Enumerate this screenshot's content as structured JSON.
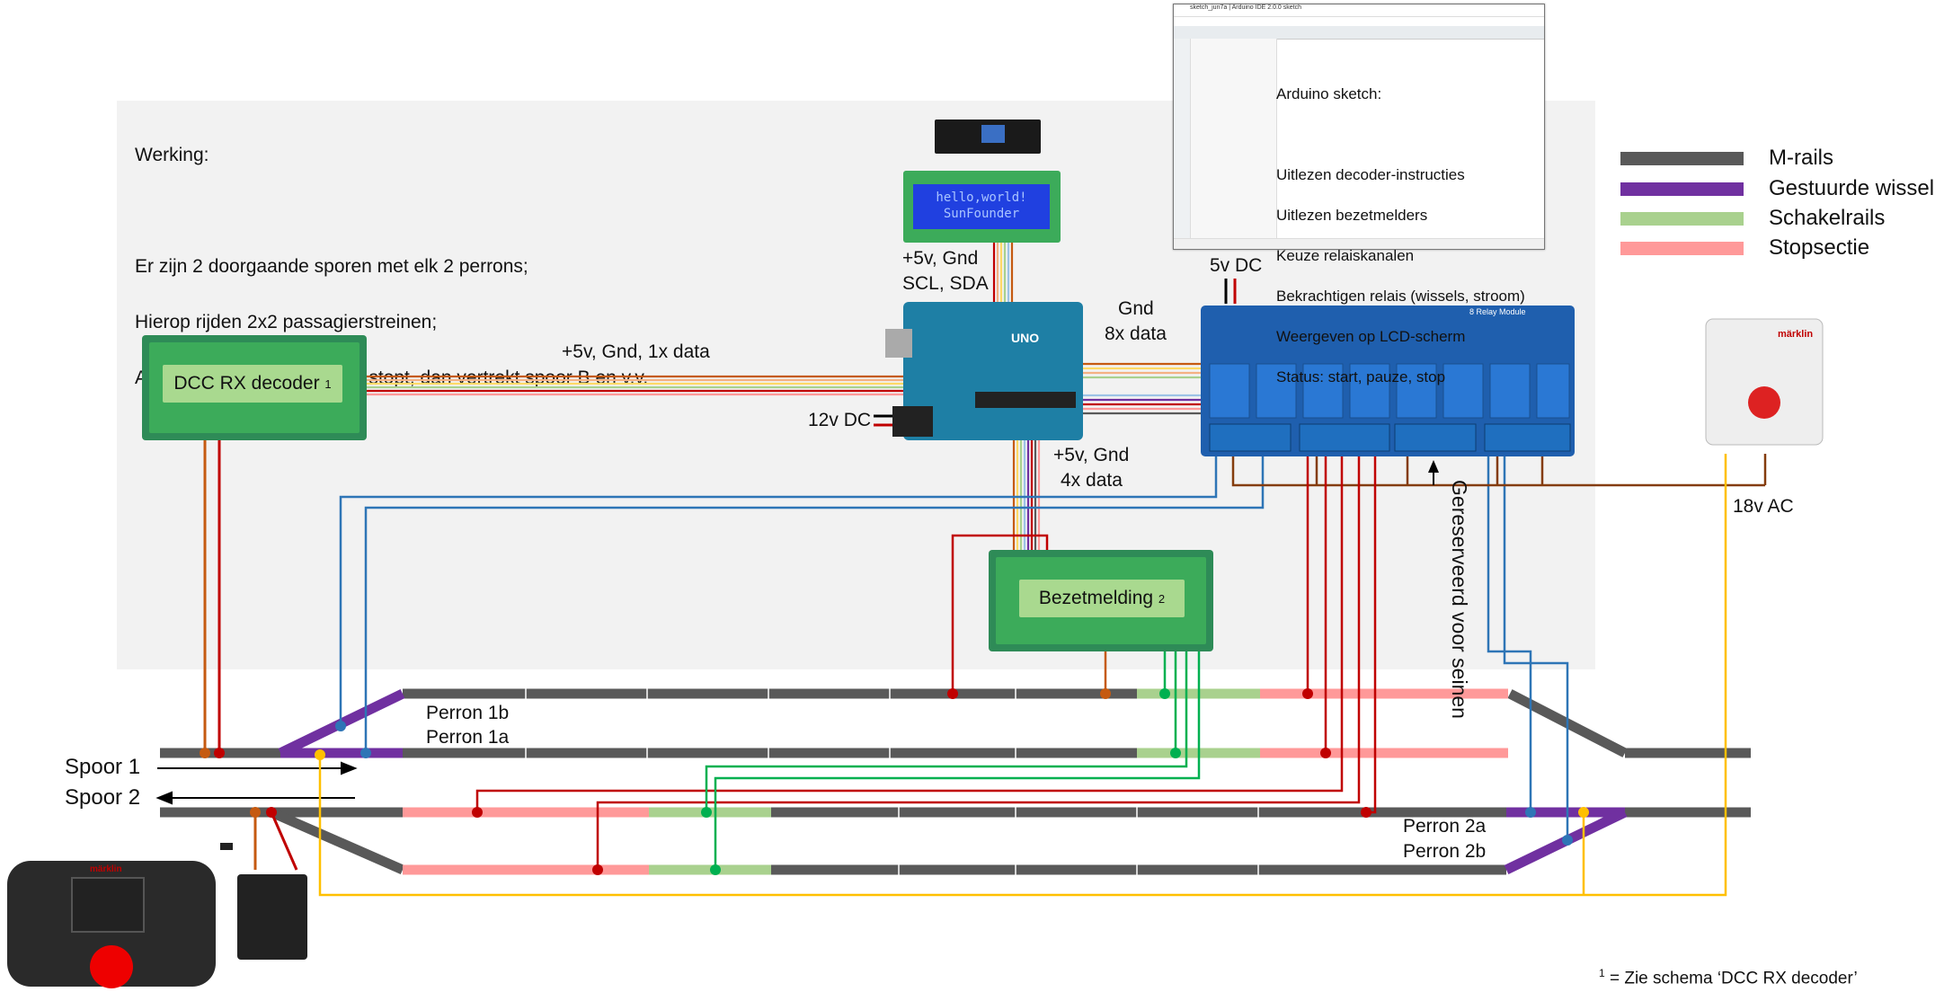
{
  "intro": {
    "heading": "Werking:",
    "lines": [
      "Er zijn 2 doorgaande sporen met elk 2 perrons;",
      "Hierop rijden 2x2 passagierstreinen;",
      "Als spoor A binnen komt en stopt, dan vertrekt spoor B en v.v."
    ]
  },
  "ide": {
    "window_title": "sketch_jun7a | Arduino IDE 2.0.0 sketch",
    "sketch_heading": "Arduino sketch:",
    "sketch_items": [
      "Uitlezen decoder-instructies",
      "Uitlezen bezetmelders",
      "Keuze relaiskanalen",
      "Bekrachtigen relais (wissels, stroom)",
      "Weergeven op LCD-scherm",
      "Status: start, pauze, stop"
    ]
  },
  "legend": [
    {
      "label": "M-rails",
      "color": "#595959"
    },
    {
      "label": "Gestuurde wissel",
      "color": "#7030a0"
    },
    {
      "label": "Schakelrails",
      "color": "#a9d18e"
    },
    {
      "label": "Stopsectie",
      "color": "#ff9999"
    }
  ],
  "components": {
    "dcc_decoder": "DCC RX decoder",
    "dcc_decoder_sup": "1",
    "bezetmelding": "Bezetmelding",
    "bezetmelding_sup": "2",
    "lcd_line1": "hello,world!",
    "lcd_line2": "SunFounder",
    "arduino_logo": "UNO",
    "relay_brand": "8 Relay Module",
    "transformer_brand": "märklin",
    "mobile_station_brand": "märklin"
  },
  "wiring_labels": {
    "lcd_power": "+5v, Gnd",
    "lcd_bus": "SCL, SDA",
    "decoder_wires": "+5v, Gnd, 1x data",
    "relay_gnd": "Gnd",
    "relay_data": "8x data",
    "relay_power": "5v DC",
    "arduino_power": "12v DC",
    "bezet_power": "+5v, Gnd",
    "bezet_data": "4x data",
    "reserved": "Gereserveerd voor seinen",
    "transformer_ac": "18v AC"
  },
  "track_labels": {
    "spoor1": "Spoor 1",
    "spoor2": "Spoor 2",
    "perron1b": "Perron 1b",
    "perron1a": "Perron 1a",
    "perron2a": "Perron 2a",
    "perron2b": "Perron 2b"
  },
  "footnote": {
    "sup": "1",
    "text": " = Zie schema ‘DCC RX decoder’"
  }
}
